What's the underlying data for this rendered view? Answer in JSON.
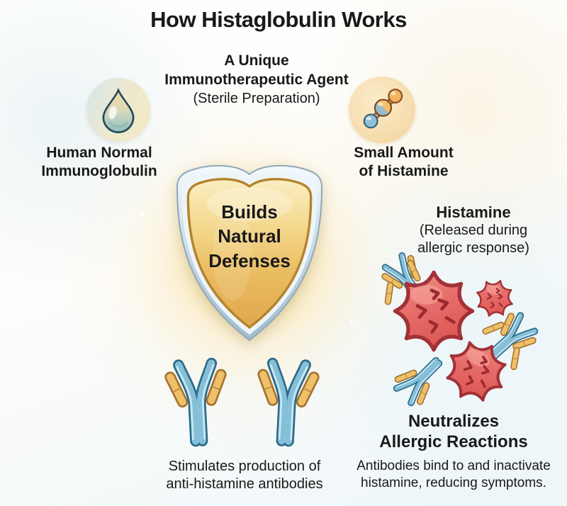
{
  "title": "How Histaglobulin Works",
  "subtitle": {
    "line1": "A Unique",
    "line2": "Immunotherapeutic Agent",
    "line3": "(Sterile Preparation)"
  },
  "left_ingredient": {
    "icon": "water-drop-icon",
    "line1": "Human Normal",
    "line2": "Immunoglobulin"
  },
  "right_ingredient": {
    "icon": "histamine-molecule-icon",
    "line1": "Small Amount",
    "line2": "of Histamine"
  },
  "shield": {
    "icon": "shield-icon",
    "line1": "Builds",
    "line2": "Natural",
    "line3": "Defenses"
  },
  "histamine_section": {
    "heading": "Histamine",
    "line1": "(Released during",
    "line2": "allergic response)"
  },
  "production_caption": {
    "line1": "Stimulates production of",
    "line2": "anti-histamine antibodies"
  },
  "neutralize_section": {
    "heading1": "Neutralizes",
    "heading2": "Allergic Reactions",
    "body1": "Antibodies bind to and inactivate",
    "body2": "histamine, reducing symptoms."
  },
  "colors": {
    "shield_gold": "#e9bd62",
    "shield_silver": "#c3d8e4",
    "antibody_blue": "#85bfd8",
    "antibody_outline": "#2c6b8a",
    "light_chain_yellow": "#eec06a",
    "histamine_red": "#e2625f",
    "histamine_outline": "#a23237",
    "glow": "#f7dc96",
    "text": "#191919"
  }
}
